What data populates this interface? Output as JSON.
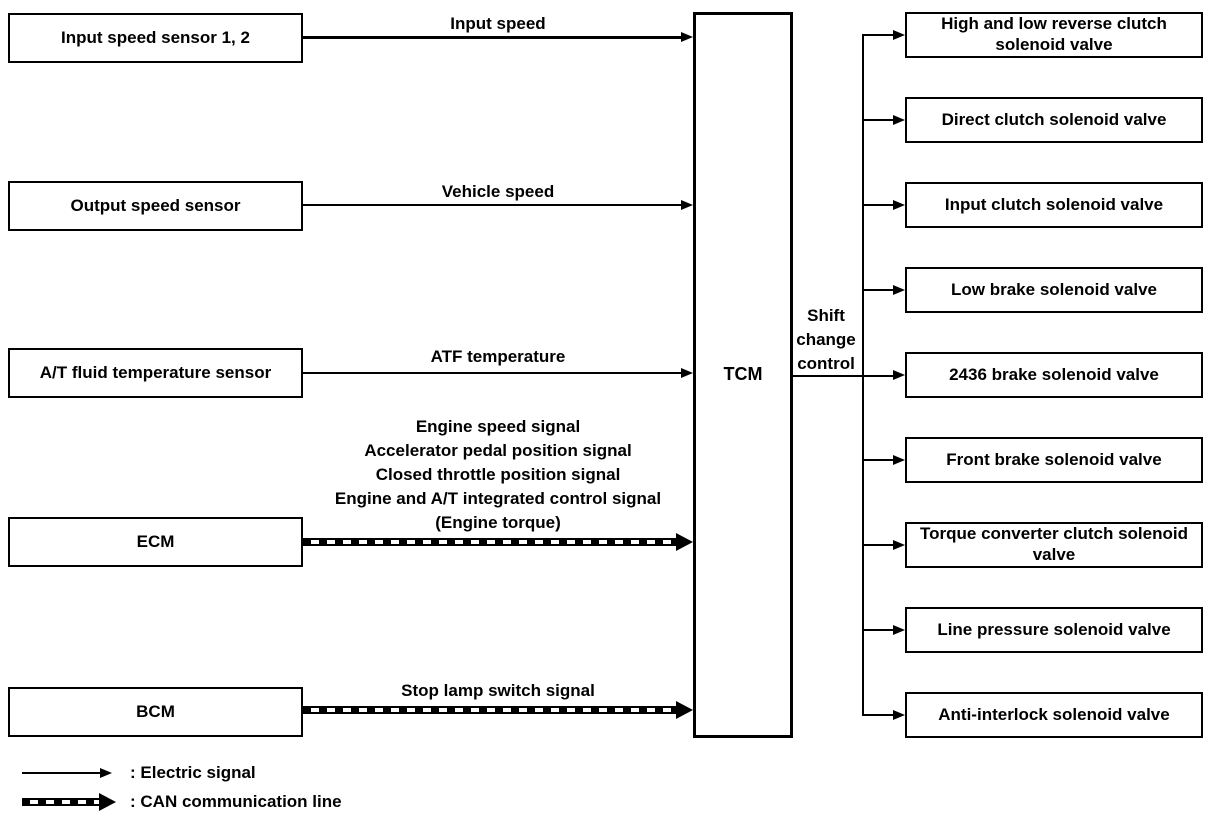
{
  "diagram": {
    "tcm": {
      "label": "TCM"
    },
    "shift_control": {
      "label": "Shift\nchange\ncontrol"
    },
    "inputs": [
      {
        "label": "Input speed sensor 1, 2",
        "signal": "Input speed",
        "line_type": "electric"
      },
      {
        "label": "Output speed sensor",
        "signal": "Vehicle speed",
        "line_type": "electric"
      },
      {
        "label": "A/T fluid temperature sensor",
        "signal": "ATF temperature",
        "line_type": "electric"
      },
      {
        "label": "ECM",
        "signal": "Engine speed signal\nAccelerator pedal position signal\nClosed throttle position signal\nEngine and A/T integrated control signal\n(Engine torque)",
        "line_type": "can"
      },
      {
        "label": "BCM",
        "signal": "Stop lamp switch signal",
        "line_type": "can"
      }
    ],
    "outputs": [
      {
        "label": "High and low reverse clutch solenoid valve"
      },
      {
        "label": "Direct clutch solenoid valve"
      },
      {
        "label": "Input clutch solenoid valve"
      },
      {
        "label": "Low brake solenoid valve"
      },
      {
        "label": "2436 brake solenoid valve"
      },
      {
        "label": "Front brake solenoid valve"
      },
      {
        "label": "Torque converter clutch solenoid valve"
      },
      {
        "label": "Line pressure solenoid valve"
      },
      {
        "label": "Anti-interlock solenoid valve"
      }
    ],
    "legend": [
      {
        "label": ": Electric signal",
        "line_type": "electric"
      },
      {
        "label": ": CAN communication line",
        "line_type": "can"
      }
    ],
    "colors": {
      "line": "#000000",
      "background": "#ffffff"
    }
  }
}
